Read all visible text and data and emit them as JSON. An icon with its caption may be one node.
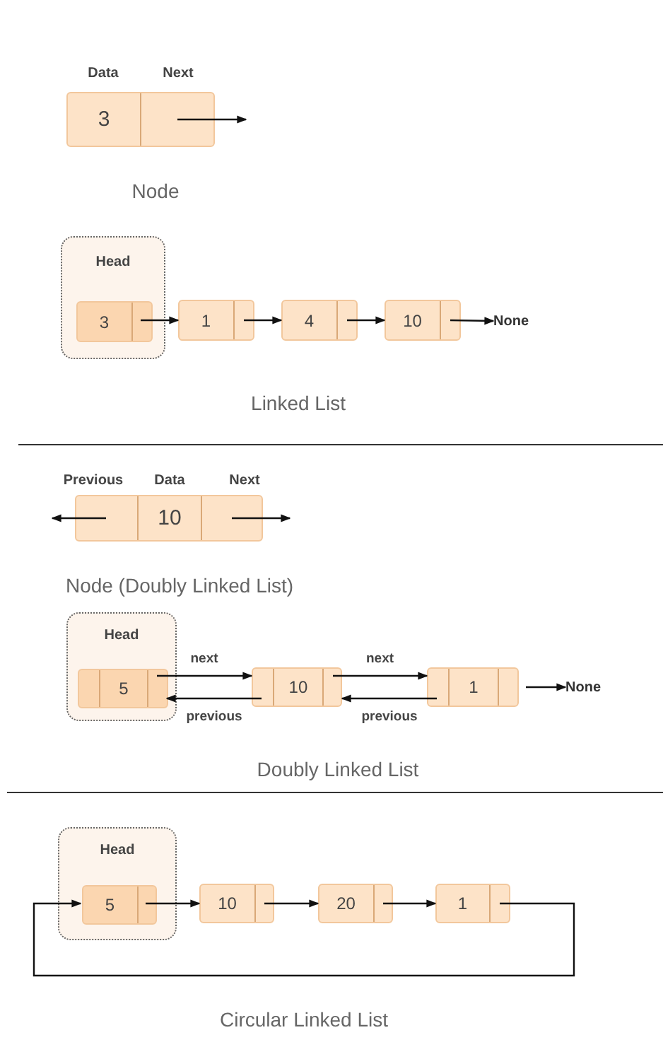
{
  "diagram": {
    "nodes": [
      {
        "text": [
          "3"
        ]
      },
      {
        "text": [
          "Head"
        ]
      },
      {
        "text": [
          "3"
        ],
        "in": 1
      },
      {
        "text": [
          "1"
        ]
      },
      {
        "text": [
          "4"
        ]
      },
      {
        "text": [
          "10"
        ]
      },
      {
        "text": [
          "None"
        ]
      },
      {
        "text": [
          "10"
        ]
      },
      {
        "text": [
          "Head"
        ]
      },
      {
        "text": [
          "5"
        ],
        "in": 8
      },
      {
        "text": [
          "10"
        ]
      },
      {
        "text": [
          "1"
        ]
      },
      {
        "text": [
          "None"
        ]
      },
      {
        "text": [
          "Head"
        ]
      },
      {
        "text": [
          "5"
        ],
        "in": 13
      },
      {
        "text": [
          "10"
        ]
      },
      {
        "text": [
          "20"
        ]
      },
      {
        "text": [
          "1"
        ]
      }
    ],
    "edges": [
      {
        "from": 0,
        "to": null,
        "arrow": "to"
      },
      {
        "from": 2,
        "to": 3,
        "arrow": "to"
      },
      {
        "from": 3,
        "to": 4,
        "arrow": "to"
      },
      {
        "from": 4,
        "to": 5,
        "arrow": "to"
      },
      {
        "from": 5,
        "to": 6,
        "arrow": "to"
      },
      {
        "from": 7,
        "to": null,
        "arrow": "to"
      },
      {
        "from": 7,
        "to": null,
        "arrow": "to"
      },
      {
        "from": 9,
        "to": 10,
        "label": "next",
        "arrow": "to"
      },
      {
        "from": 10,
        "to": 9,
        "label": "previous",
        "arrow": "to"
      },
      {
        "from": 10,
        "to": 11,
        "label": "next",
        "arrow": "to"
      },
      {
        "from": 11,
        "to": 10,
        "label": "previous",
        "arrow": "to"
      },
      {
        "from": 11,
        "to": 12,
        "arrow": "to"
      },
      {
        "from": 14,
        "to": 15,
        "arrow": "to"
      },
      {
        "from": 15,
        "to": 16,
        "arrow": "to"
      },
      {
        "from": 16,
        "to": 17,
        "arrow": "to"
      },
      {
        "from": 17,
        "to": 14,
        "arrow": "to"
      }
    ],
    "labels": [
      "Data",
      "Next",
      "Node",
      "Linked List",
      "Previous",
      "Data",
      "Next",
      "Node (Doubly Linked List)",
      "Doubly Linked List",
      "Circular Linked List"
    ]
  }
}
